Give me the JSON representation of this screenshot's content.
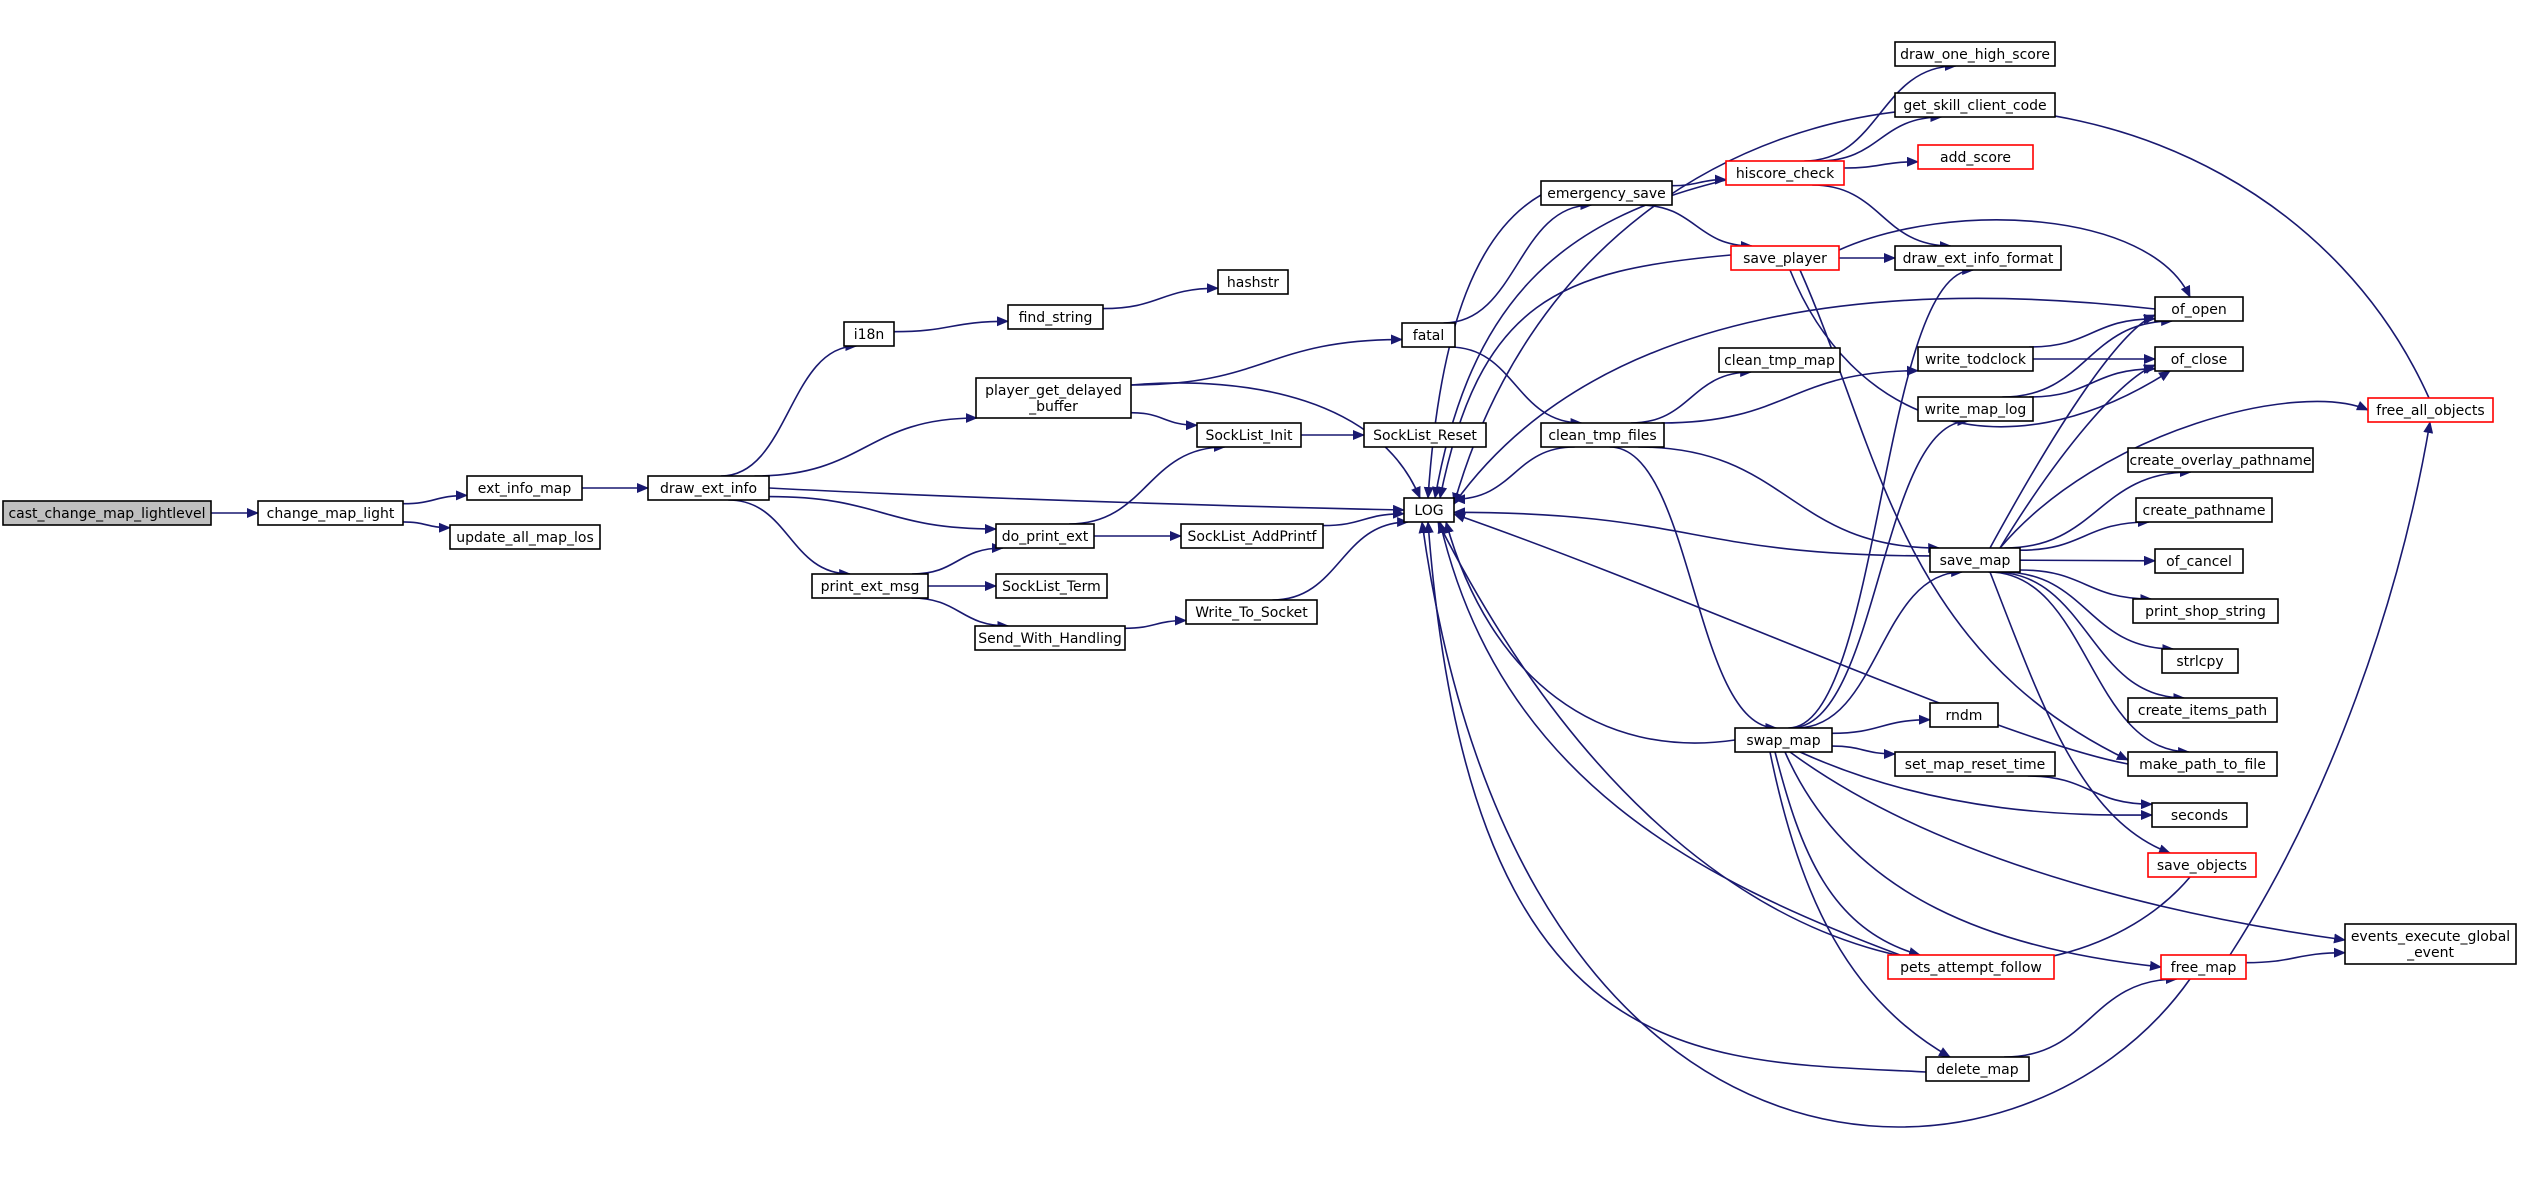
{
  "colors": {
    "edge": "#191970",
    "node_border": "#000000",
    "node_border_highlight": "#ff0000",
    "node_fill": "#ffffff",
    "root_fill": "#bfbfbf",
    "text": "#000000"
  },
  "nodes": [
    {
      "id": "cast_change_map_lightlevel",
      "lines": [
        "cast_change_map_lightlevel"
      ],
      "style": "root"
    },
    {
      "id": "change_map_light",
      "lines": [
        "change_map_light"
      ],
      "style": "normal"
    },
    {
      "id": "ext_info_map",
      "lines": [
        "ext_info_map"
      ],
      "style": "normal"
    },
    {
      "id": "update_all_map_los",
      "lines": [
        "update_all_map_los"
      ],
      "style": "normal"
    },
    {
      "id": "draw_ext_info",
      "lines": [
        "draw_ext_info"
      ],
      "style": "normal"
    },
    {
      "id": "i18n",
      "lines": [
        "i18n"
      ],
      "style": "normal"
    },
    {
      "id": "find_string",
      "lines": [
        "find_string"
      ],
      "style": "normal"
    },
    {
      "id": "hashstr",
      "lines": [
        "hashstr"
      ],
      "style": "normal"
    },
    {
      "id": "player_get_delayed_buffer",
      "lines": [
        "player_get_delayed",
        "_buffer"
      ],
      "style": "normal"
    },
    {
      "id": "do_print_ext",
      "lines": [
        "do_print_ext"
      ],
      "style": "normal"
    },
    {
      "id": "print_ext_msg",
      "lines": [
        "print_ext_msg"
      ],
      "style": "normal"
    },
    {
      "id": "SockList_Term",
      "lines": [
        "SockList_Term"
      ],
      "style": "normal"
    },
    {
      "id": "Send_With_Handling",
      "lines": [
        "Send_With_Handling"
      ],
      "style": "normal"
    },
    {
      "id": "SockList_Init",
      "lines": [
        "SockList_Init"
      ],
      "style": "normal"
    },
    {
      "id": "SockList_Reset",
      "lines": [
        "SockList_Reset"
      ],
      "style": "normal"
    },
    {
      "id": "SockList_AddPrintf",
      "lines": [
        "SockList_AddPrintf"
      ],
      "style": "normal"
    },
    {
      "id": "Write_To_Socket",
      "lines": [
        "Write_To_Socket"
      ],
      "style": "normal"
    },
    {
      "id": "fatal",
      "lines": [
        "fatal"
      ],
      "style": "normal"
    },
    {
      "id": "LOG",
      "lines": [
        "LOG"
      ],
      "style": "normal"
    },
    {
      "id": "emergency_save",
      "lines": [
        "emergency_save"
      ],
      "style": "normal"
    },
    {
      "id": "clean_tmp_files",
      "lines": [
        "clean_tmp_files"
      ],
      "style": "normal"
    },
    {
      "id": "hiscore_check",
      "lines": [
        "hiscore_check"
      ],
      "style": "highlight"
    },
    {
      "id": "save_player",
      "lines": [
        "save_player"
      ],
      "style": "highlight"
    },
    {
      "id": "draw_one_high_score",
      "lines": [
        "draw_one_high_score"
      ],
      "style": "normal"
    },
    {
      "id": "get_skill_client_code",
      "lines": [
        "get_skill_client_code"
      ],
      "style": "normal"
    },
    {
      "id": "add_score",
      "lines": [
        "add_score"
      ],
      "style": "highlight"
    },
    {
      "id": "draw_ext_info_format",
      "lines": [
        "draw_ext_info_format"
      ],
      "style": "normal"
    },
    {
      "id": "clean_tmp_map",
      "lines": [
        "clean_tmp_map"
      ],
      "style": "normal"
    },
    {
      "id": "write_todclock",
      "lines": [
        "write_todclock"
      ],
      "style": "normal"
    },
    {
      "id": "write_map_log",
      "lines": [
        "write_map_log"
      ],
      "style": "normal"
    },
    {
      "id": "of_open",
      "lines": [
        "of_open"
      ],
      "style": "normal"
    },
    {
      "id": "of_close",
      "lines": [
        "of_close"
      ],
      "style": "normal"
    },
    {
      "id": "free_all_objects",
      "lines": [
        "free_all_objects"
      ],
      "style": "highlight"
    },
    {
      "id": "create_overlay_pathname",
      "lines": [
        "create_overlay_pathname"
      ],
      "style": "normal"
    },
    {
      "id": "create_pathname",
      "lines": [
        "create_pathname"
      ],
      "style": "normal"
    },
    {
      "id": "save_map",
      "lines": [
        "save_map"
      ],
      "style": "normal"
    },
    {
      "id": "of_cancel",
      "lines": [
        "of_cancel"
      ],
      "style": "normal"
    },
    {
      "id": "print_shop_string",
      "lines": [
        "print_shop_string"
      ],
      "style": "normal"
    },
    {
      "id": "strlcpy",
      "lines": [
        "strlcpy"
      ],
      "style": "normal"
    },
    {
      "id": "create_items_path",
      "lines": [
        "create_items_path"
      ],
      "style": "normal"
    },
    {
      "id": "swap_map",
      "lines": [
        "swap_map"
      ],
      "style": "normal"
    },
    {
      "id": "rndm",
      "lines": [
        "rndm"
      ],
      "style": "normal"
    },
    {
      "id": "make_path_to_file",
      "lines": [
        "make_path_to_file"
      ],
      "style": "normal"
    },
    {
      "id": "set_map_reset_time",
      "lines": [
        "set_map_reset_time"
      ],
      "style": "normal"
    },
    {
      "id": "seconds",
      "lines": [
        "seconds"
      ],
      "style": "normal"
    },
    {
      "id": "save_objects",
      "lines": [
        "save_objects"
      ],
      "style": "highlight"
    },
    {
      "id": "events_execute_global_event",
      "lines": [
        "events_execute_global",
        "_event"
      ],
      "style": "normal"
    },
    {
      "id": "free_map",
      "lines": [
        "free_map"
      ],
      "style": "highlight"
    },
    {
      "id": "pets_attempt_follow",
      "lines": [
        "pets_attempt_follow"
      ],
      "style": "highlight"
    },
    {
      "id": "delete_map",
      "lines": [
        "delete_map"
      ],
      "style": "normal"
    }
  ],
  "edges": [
    [
      "cast_change_map_lightlevel",
      "change_map_light"
    ],
    [
      "change_map_light",
      "ext_info_map"
    ],
    [
      "change_map_light",
      "update_all_map_los"
    ],
    [
      "ext_info_map",
      "draw_ext_info"
    ],
    [
      "draw_ext_info",
      "i18n"
    ],
    [
      "draw_ext_info",
      "player_get_delayed_buffer"
    ],
    [
      "draw_ext_info",
      "LOG"
    ],
    [
      "draw_ext_info",
      "do_print_ext"
    ],
    [
      "draw_ext_info",
      "print_ext_msg"
    ],
    [
      "i18n",
      "find_string"
    ],
    [
      "find_string",
      "hashstr"
    ],
    [
      "player_get_delayed_buffer",
      "fatal"
    ],
    [
      "player_get_delayed_buffer",
      "LOG"
    ],
    [
      "player_get_delayed_buffer",
      "SockList_Init"
    ],
    [
      "do_print_ext",
      "SockList_Init"
    ],
    [
      "do_print_ext",
      "SockList_AddPrintf"
    ],
    [
      "print_ext_msg",
      "do_print_ext"
    ],
    [
      "print_ext_msg",
      "SockList_Term"
    ],
    [
      "print_ext_msg",
      "Send_With_Handling"
    ],
    [
      "SockList_Init",
      "SockList_Reset"
    ],
    [
      "SockList_AddPrintf",
      "LOG"
    ],
    [
      "Send_With_Handling",
      "Write_To_Socket"
    ],
    [
      "Write_To_Socket",
      "LOG"
    ],
    [
      "fatal",
      "emergency_save"
    ],
    [
      "fatal",
      "clean_tmp_files"
    ],
    [
      "emergency_save",
      "LOG"
    ],
    [
      "emergency_save",
      "hiscore_check"
    ],
    [
      "emergency_save",
      "save_player"
    ],
    [
      "hiscore_check",
      "draw_one_high_score"
    ],
    [
      "hiscore_check",
      "get_skill_client_code"
    ],
    [
      "hiscore_check",
      "add_score"
    ],
    [
      "hiscore_check",
      "draw_ext_info_format"
    ],
    [
      "hiscore_check",
      "LOG"
    ],
    [
      "save_player",
      "draw_ext_info_format"
    ],
    [
      "save_player",
      "of_open"
    ],
    [
      "save_player",
      "of_close"
    ],
    [
      "save_player",
      "make_path_to_file"
    ],
    [
      "save_player",
      "LOG"
    ],
    [
      "clean_tmp_files",
      "LOG"
    ],
    [
      "clean_tmp_files",
      "clean_tmp_map"
    ],
    [
      "clean_tmp_files",
      "write_todclock"
    ],
    [
      "clean_tmp_files",
      "save_map"
    ],
    [
      "clean_tmp_files",
      "swap_map"
    ],
    [
      "write_todclock",
      "of_open"
    ],
    [
      "write_todclock",
      "of_close"
    ],
    [
      "write_map_log",
      "of_open"
    ],
    [
      "write_map_log",
      "of_close"
    ],
    [
      "save_map",
      "LOG"
    ],
    [
      "save_map",
      "of_open"
    ],
    [
      "save_map",
      "of_close"
    ],
    [
      "save_map",
      "free_all_objects"
    ],
    [
      "save_map",
      "create_overlay_pathname"
    ],
    [
      "save_map",
      "create_pathname"
    ],
    [
      "save_map",
      "of_cancel"
    ],
    [
      "save_map",
      "print_shop_string"
    ],
    [
      "save_map",
      "strlcpy"
    ],
    [
      "save_map",
      "create_items_path"
    ],
    [
      "save_map",
      "make_path_to_file"
    ],
    [
      "save_map",
      "save_objects"
    ],
    [
      "save_objects",
      "LOG"
    ],
    [
      "swap_map",
      "LOG"
    ],
    [
      "swap_map",
      "draw_ext_info_format"
    ],
    [
      "swap_map",
      "write_map_log"
    ],
    [
      "swap_map",
      "save_map"
    ],
    [
      "swap_map",
      "rndm"
    ],
    [
      "swap_map",
      "set_map_reset_time"
    ],
    [
      "swap_map",
      "seconds"
    ],
    [
      "swap_map",
      "events_execute_global_event"
    ],
    [
      "swap_map",
      "free_map"
    ],
    [
      "swap_map",
      "pets_attempt_follow"
    ],
    [
      "swap_map",
      "delete_map"
    ],
    [
      "set_map_reset_time",
      "seconds"
    ],
    [
      "pets_attempt_follow",
      "LOG"
    ],
    [
      "delete_map",
      "LOG"
    ],
    [
      "delete_map",
      "free_map"
    ],
    [
      "free_map",
      "LOG"
    ],
    [
      "free_map",
      "free_all_objects"
    ],
    [
      "free_map",
      "events_execute_global_event"
    ],
    [
      "free_all_objects",
      "LOG"
    ],
    [
      "of_open",
      "LOG"
    ],
    [
      "make_path_to_file",
      "LOG"
    ]
  ]
}
